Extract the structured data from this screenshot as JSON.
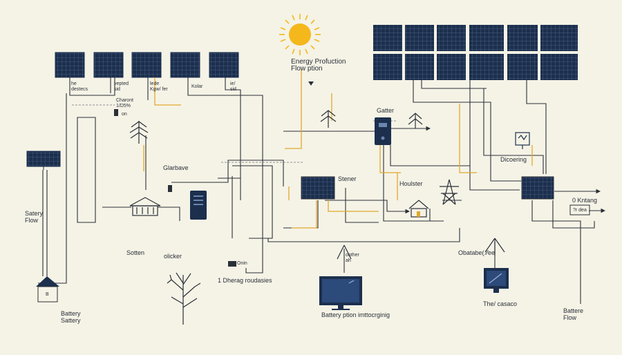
{
  "colors": {
    "background": "#f5f3e6",
    "panel": "#1c2f4d",
    "panel_grid": "#6b86ad",
    "wire": "#2a2f38",
    "accent_wire": "#e0a92c",
    "sun": "#f4b81c"
  },
  "labels": {
    "energy_production": "Energy Profuction",
    "flow_title": "Flow ption",
    "panel1": "he\ndestecs",
    "panel2": "vepted\nsid",
    "panel3": "lede\nKgw/ fer",
    "panel4": "Kolar",
    "panel5": "ie/\nsid",
    "charont": "Charont\n1/D5%",
    "on": "on",
    "gatter": "Gatter",
    "glarbave": "Glarbave",
    "sater_flow": "Satery\nFlow",
    "stener": "Stener",
    "houlster": "Houlster",
    "dicoering": "Dicoering",
    "kntang": "0 Kntang",
    "inv_box": "?r dea",
    "sotten": "Sotten",
    "dicker": "olicker",
    "onin": "Onin",
    "dherag": "1 Dherag roudasies",
    "onther": "onther\nah",
    "battery_ption": "Battery ption imttocrginig",
    "obatabe": "Obatabe( ⁄⁄ee",
    "casaco": "The/ casaco",
    "battery_sattery": "Battery\nSattery",
    "battere_flow": "Battere\nFlow",
    "box_b": "B"
  }
}
